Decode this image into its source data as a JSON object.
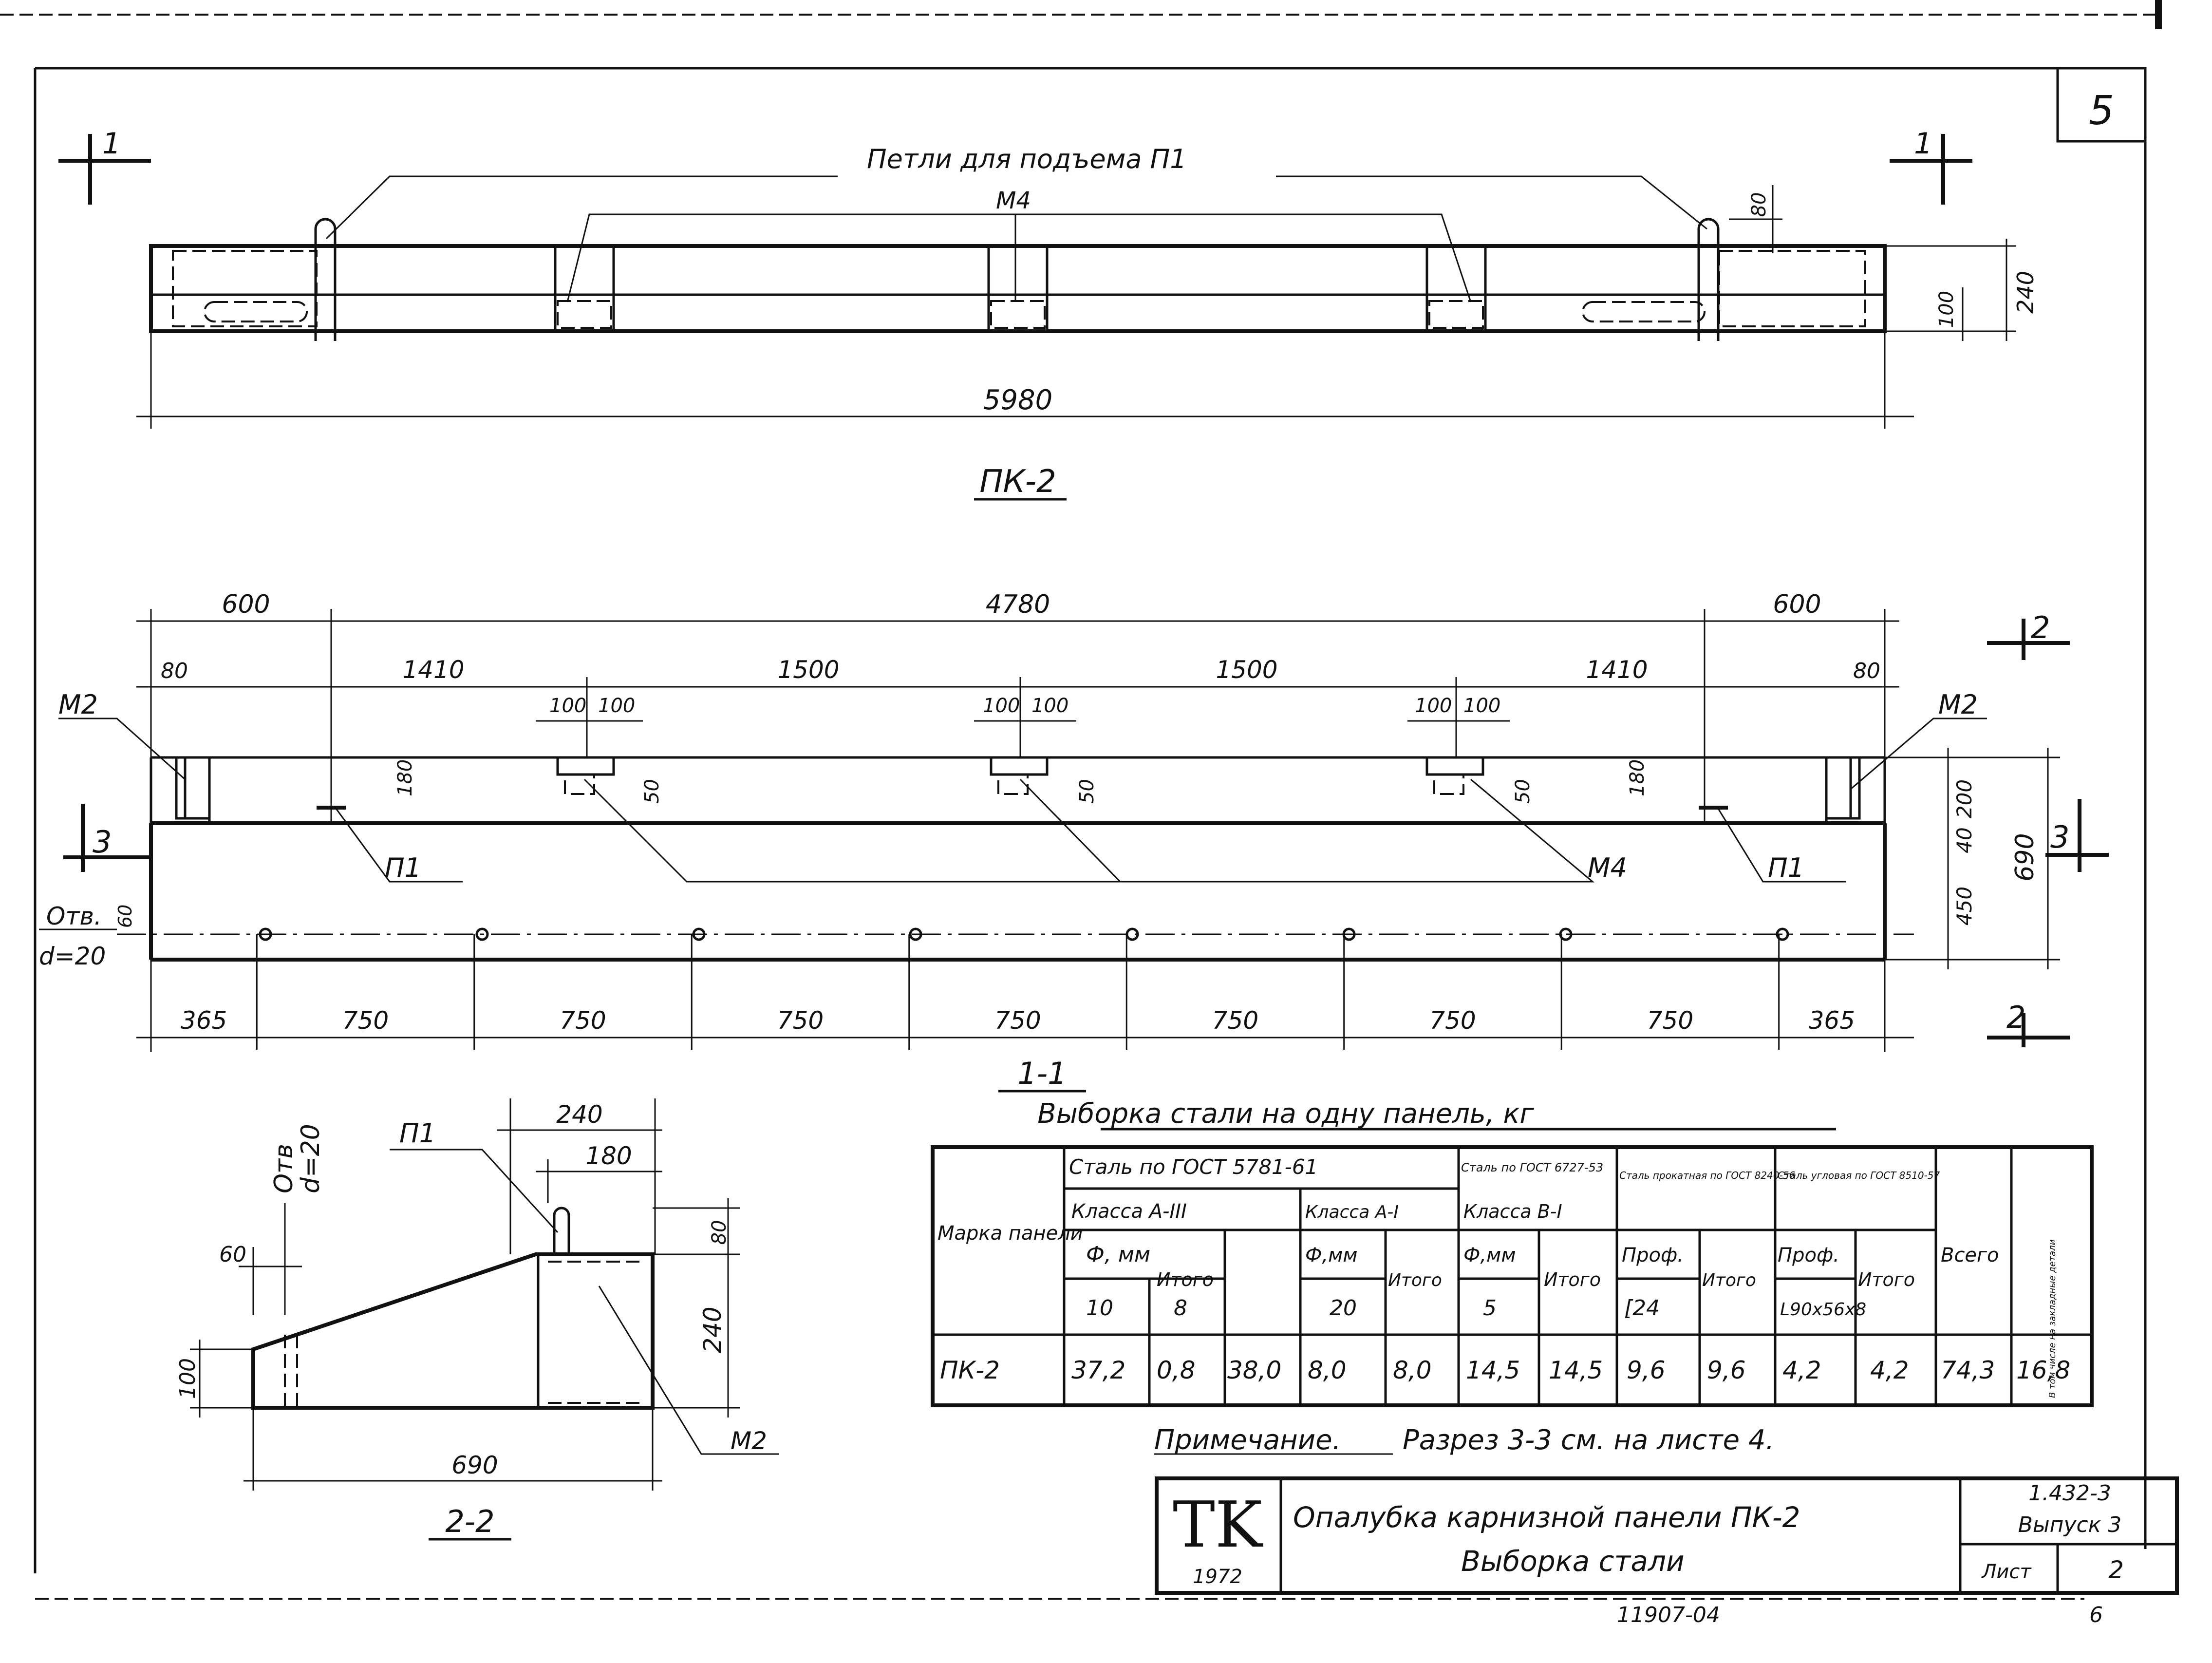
{
  "sheet": {
    "sheet_number": "5",
    "title_block": {
      "logo": "TK",
      "year": "1972",
      "title_line1": "Опалубка карнизной панели ПК-2",
      "title_line2": "Выборка стали",
      "series": "1.432-3",
      "issue": "Выпуск 3",
      "sheet_label": "Лист",
      "sheet_no": "2",
      "archive_no": "11907-04",
      "page_no": "6"
    },
    "note": {
      "label": "Примечание.",
      "text": "Разрез 3-3 см. на листе 4."
    }
  },
  "views": {
    "pk2": {
      "title": "ПК-2",
      "label_loops": "Петли для подъема П1",
      "label_m4": "М4",
      "cut_mark": "1",
      "dims": {
        "length": "5980",
        "height": "240",
        "lower": "100",
        "loop": "80"
      }
    },
    "section11": {
      "title": "1-1",
      "labels": {
        "m2": "М2",
        "p1": "П1",
        "m4": "М4",
        "otv_line1": "Отв.",
        "otv_line2": "d=20",
        "cut_2": "2",
        "cut_3": "3"
      },
      "top_dims": {
        "left": "600",
        "middle": "4780",
        "right": "600"
      },
      "mid_dims": {
        "a": "1410",
        "b": "1500",
        "c": "1500",
        "d": "1410"
      },
      "small": {
        "d80": "80",
        "d100": "100",
        "d50": "50",
        "d180": "180",
        "d60": "60"
      },
      "right_dims": {
        "d200": "200",
        "d40": "40",
        "d450": "450",
        "d690": "690"
      },
      "bottom_dims": [
        "365",
        "750",
        "750",
        "750",
        "750",
        "750",
        "750",
        "750",
        "365"
      ]
    },
    "section22": {
      "title": "2-2",
      "labels": {
        "p1": "П1",
        "m2": "М2",
        "otv_line1": "Отв",
        "otv_line2": "d=20"
      },
      "dims": {
        "width240": "240",
        "width180": "180",
        "h80": "80",
        "h240": "240",
        "h100": "100",
        "d60": "60",
        "total": "690"
      }
    }
  },
  "steel_table": {
    "title": "Выборка стали на одну панель, кг",
    "head": {
      "mark": "Марка панели",
      "gost5781": "Сталь по ГОСТ 5781-61",
      "classA3": "Класса А-III",
      "classA1": "Класса А-I",
      "gost6727": "Сталь по ГОСТ 6727-53",
      "classB1": "Класса В-I",
      "rolled": "Сталь прокатная по ГОСТ 8240-56",
      "angle": "Сталь угловая по ГОСТ 8510-57",
      "phi_mm": "Ф, мм",
      "phi_mm2": "Ф,мм",
      "phi_mm3": "Ф,мм",
      "itogo": "Итого",
      "prof": "Проф.",
      "total": "Всего",
      "embedded": "В том числе на закладные детали",
      "d10": "10",
      "d8": "8",
      "d20": "20",
      "d5": "5",
      "c24": "[24",
      "angle_prof": "L90x56x8"
    },
    "row": {
      "mark": "ПК-2",
      "a3_10": "37,2",
      "a3_8": "0,8",
      "a3_itogo": "38,0",
      "a1_20": "8,0",
      "a1_itogo": "8,0",
      "b1_5": "14,5",
      "b1_itogo": "14,5",
      "rolled": "9,6",
      "rolled_itogo": "9,6",
      "angle": "4,2",
      "angle_itogo": "4,2",
      "total": "74,3",
      "embedded": "16,8"
    }
  }
}
